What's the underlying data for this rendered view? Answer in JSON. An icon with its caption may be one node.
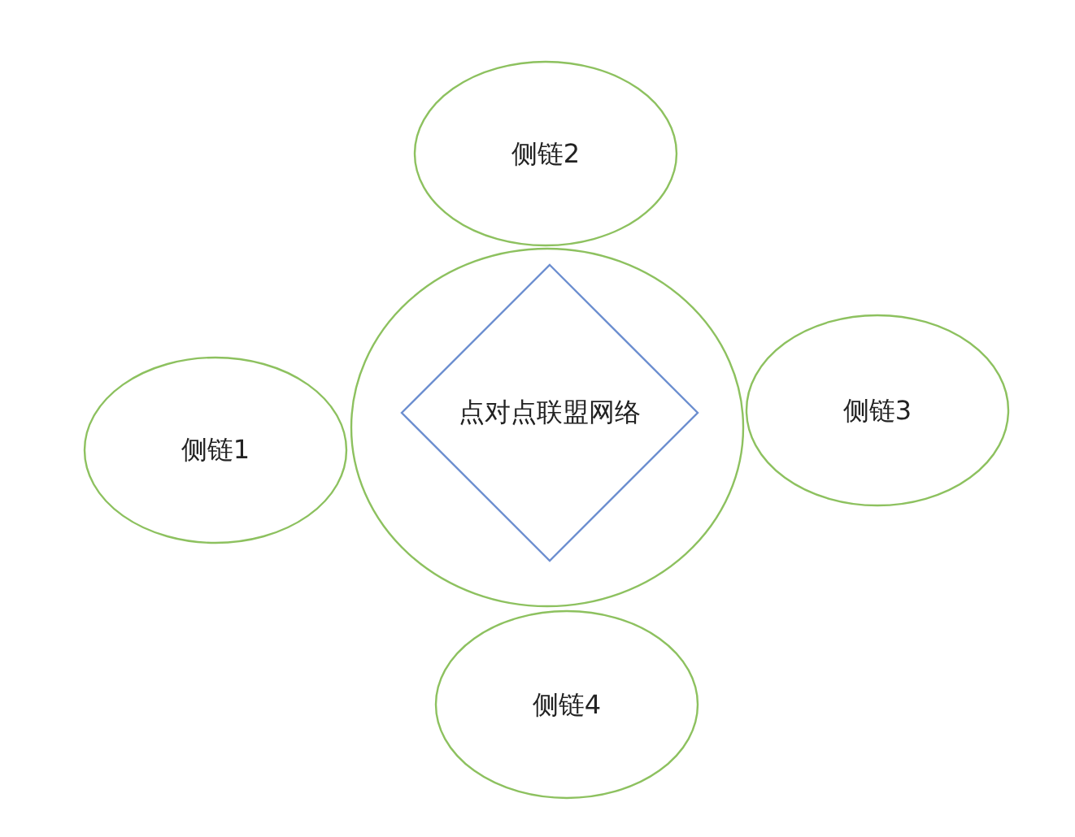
{
  "diagram": {
    "nodes": [
      {
        "text": [
          "侧链2"
        ]
      },
      {
        "text": [
          "侧链1"
        ]
      },
      {
        "text": [],
        "shape": "circle"
      },
      {
        "text": [
          "点对点联盟网络"
        ],
        "in": 2
      },
      {
        "text": [
          "侧链3"
        ]
      },
      {
        "text": [
          "侧链4"
        ]
      }
    ]
  }
}
